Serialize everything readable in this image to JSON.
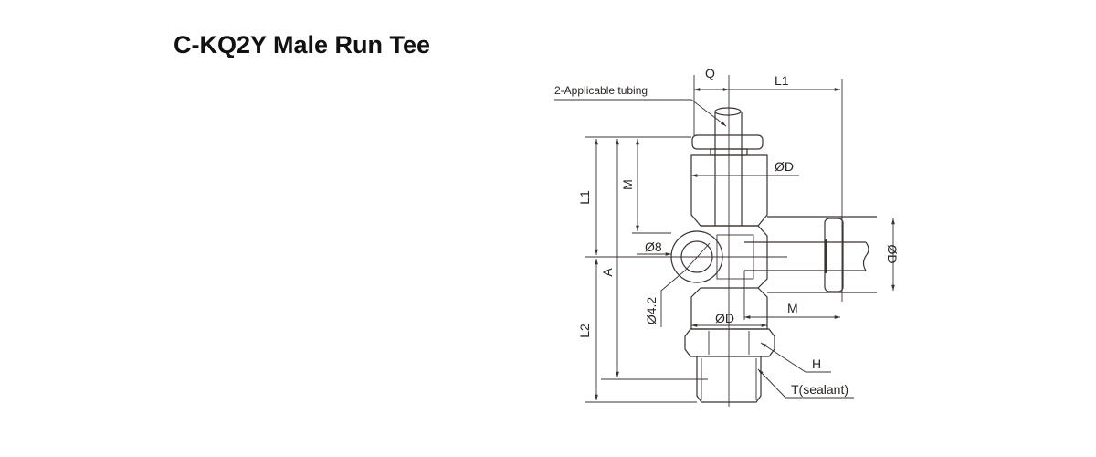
{
  "title": "C-KQ2Y Male Run Tee",
  "labels": {
    "q": "Q",
    "l1_top": "L1",
    "applicable_tubing": "2-Applicable tubing",
    "od_upper": "ØD",
    "od_right": "ØD",
    "od_lower": "ØD",
    "m_left": "M",
    "m_right": "M",
    "l1_left": "L1",
    "l2_left": "L2",
    "a_left": "A",
    "phi8": "Ø8",
    "phi4_2": "Ø4.2",
    "h": "H",
    "t_sealant": "T(sealant)"
  }
}
